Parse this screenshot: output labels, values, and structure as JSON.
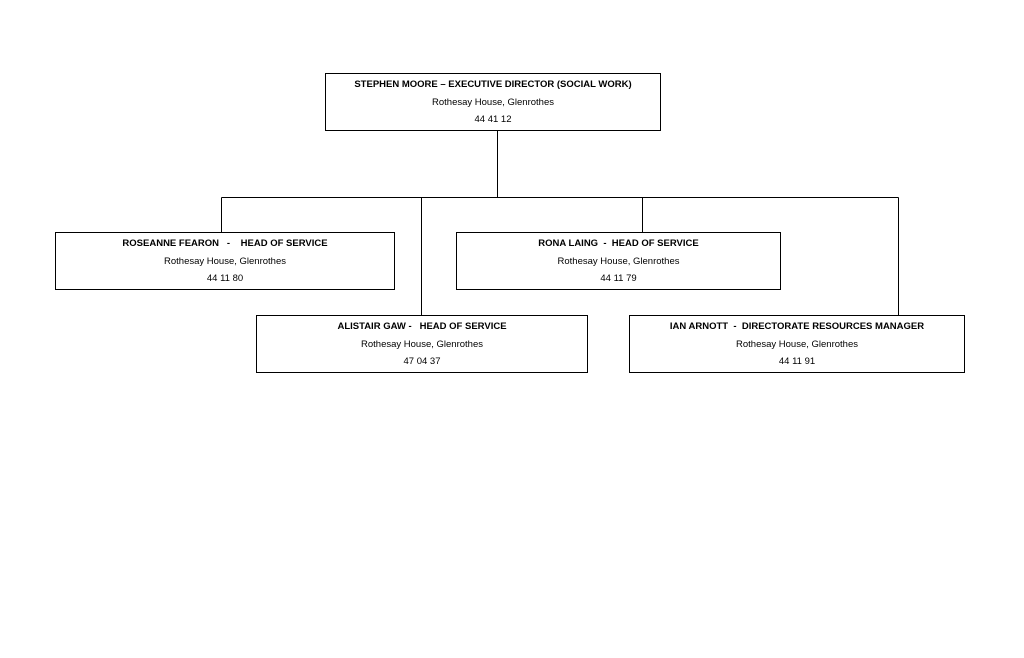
{
  "org_chart": {
    "director": {
      "title": "STEPHEN MOORE – EXECUTIVE DIRECTOR (SOCIAL WORK)",
      "location": "Rothesay House, Glenrothes",
      "phone": "44 41 12"
    },
    "reports": [
      {
        "title": "ROSEANNE FEARON   -    HEAD OF SERVICE",
        "location": "Rothesay House, Glenrothes",
        "phone": "44 11 80"
      },
      {
        "title": "RONA LAING  -  HEAD OF SERVICE",
        "location": "Rothesay House, Glenrothes",
        "phone": "44 11 79"
      },
      {
        "title": "ALISTAIR GAW -   HEAD OF SERVICE",
        "location": "Rothesay House, Glenrothes",
        "phone": "47 04 37"
      },
      {
        "title": "IAN ARNOTT  -  DIRECTORATE RESOURCES MANAGER",
        "location": "Rothesay House, Glenrothes",
        "phone": "44 11 91"
      }
    ]
  }
}
